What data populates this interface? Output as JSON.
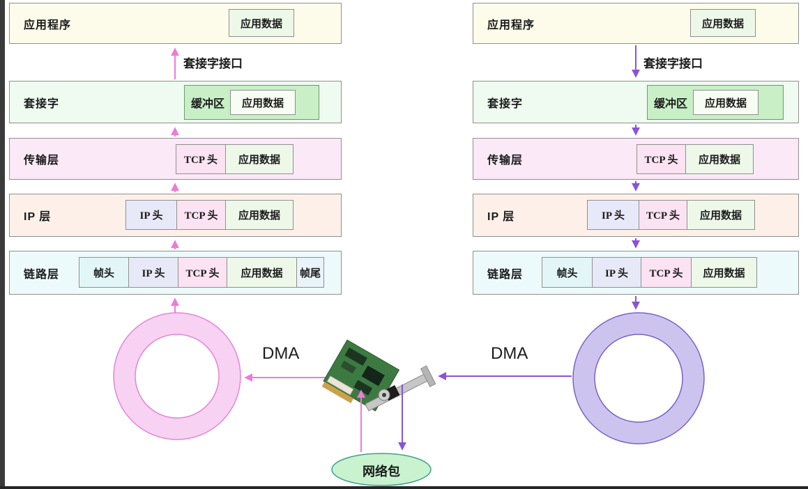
{
  "colors": {
    "pink-arrow": "#ee7ad9",
    "purple-arrow": "#8a53d7",
    "ring-pink-fill": "#f7d2f2",
    "ring-pink-stroke": "#e583d6",
    "ring-purple-fill": "#ccc4ee",
    "ring-purple-stroke": "#7e5fc8",
    "row-yellow": "#fdfcea",
    "row-green": "#effbf1",
    "row-pink": "#fbe9f7",
    "row-peach": "#fdf0e9",
    "row-cyan": "#edfafc",
    "cell-green": "#edf8e9",
    "cell-pink": "#fbe3f3",
    "cell-lavender": "#e8e9f8",
    "cell-cyan": "#e2f6f7",
    "cell-blue": "#e9f3fa",
    "buffer-fill": "#c8efc6",
    "buffer-inner-fill": "#f8fdf4",
    "packet-ellipse-fill": "#c9f2cf",
    "packet-ellipse-stroke": "#3fa08a",
    "border-gray": "#8f8f8f",
    "text": "#1b1b1b"
  },
  "left_stack": {
    "socket_interface_label": "套接字接口",
    "dma_label": "DMA",
    "layers": [
      {
        "label": "应用程序",
        "cells": [
          "应用数据"
        ]
      },
      {
        "label": "套接字",
        "buffer_label": "缓冲区",
        "cells": [
          "应用数据"
        ]
      },
      {
        "label": "传输层",
        "cells": [
          "TCP 头",
          "应用数据"
        ]
      },
      {
        "label": "IP 层",
        "cells": [
          "IP 头",
          "TCP 头",
          "应用数据"
        ]
      },
      {
        "label": "链路层",
        "cells": [
          "帧头",
          "IP 头",
          "TCP 头",
          "应用数据",
          "帧尾"
        ]
      }
    ]
  },
  "right_stack": {
    "socket_interface_label": "套接字接口",
    "dma_label": "DMA",
    "layers": [
      {
        "label": "应用程序",
        "cells": [
          "应用数据"
        ]
      },
      {
        "label": "套接字",
        "buffer_label": "缓冲区",
        "cells": [
          "应用数据"
        ]
      },
      {
        "label": "传输层",
        "cells": [
          "TCP 头",
          "应用数据"
        ]
      },
      {
        "label": "IP 层",
        "cells": [
          "IP 头",
          "TCP 头",
          "应用数据"
        ]
      },
      {
        "label": "链路层",
        "cells": [
          "帧头",
          "IP 头",
          "TCP 头",
          "应用数据"
        ]
      }
    ]
  },
  "center": {
    "network_packet_label": "网络包"
  }
}
